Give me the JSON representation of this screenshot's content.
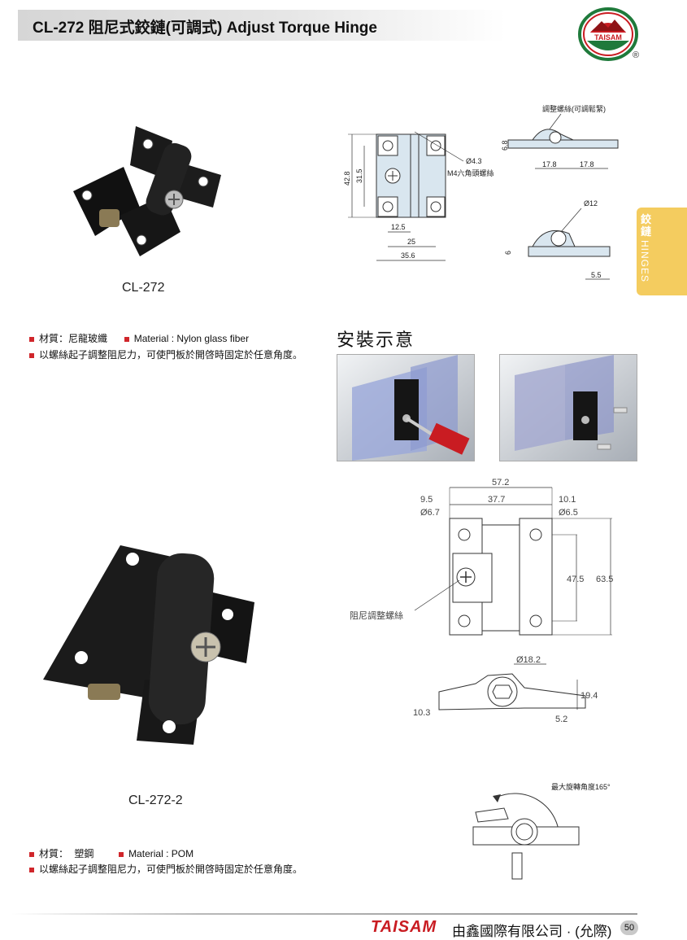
{
  "header": {
    "title": "CL-272 阻尼式鉸鏈(可調式) Adjust Torque Hinge",
    "logo_text": "TAISAM",
    "registered": "®"
  },
  "side_tab": {
    "label_zh": "鉸鏈",
    "label_en": "HINGES"
  },
  "product1": {
    "model": "CL-272",
    "material_zh": "材質：尼龍玻纖",
    "material_en": "Material : Nylon glass fiber",
    "description": "以螺絲起子調整阻尼力，可使門板於開啓時固定於任意角度。"
  },
  "drawing1": {
    "front_dims": [
      "42.8",
      "31.5",
      "12.5",
      "25",
      "35.6"
    ],
    "hole_label": "Ø4.3",
    "screw_label": "M4六角頭螺絲",
    "top_callout": "調整螺絲(可調鬆緊)",
    "top_dims": [
      "6.8",
      "17.8",
      "17.8"
    ],
    "side_dims": [
      "Ø12",
      "6",
      "5.5"
    ]
  },
  "installation": {
    "title": "安裝示意"
  },
  "product2": {
    "model": "CL-272-2",
    "material_label": "材質：",
    "material_value": "塑鋼",
    "material_en": "Material : POM",
    "description": "以螺絲起子調整阻尼力，可使門板於開啓時固定於任意角度。"
  },
  "drawing2": {
    "top_dims": [
      "57.2",
      "9.5",
      "37.7",
      "10.1"
    ],
    "hole_left": "Ø6.7",
    "hole_right": "Ø6.5",
    "height_dims": [
      "47.5",
      "63.5"
    ],
    "screw_label": "阻尼調整螺絲",
    "side_dims": [
      "Ø18.2",
      "19.4",
      "10.3",
      "5.2"
    ],
    "rotation_label": "最大旋轉角度165°"
  },
  "footer": {
    "brand": "TAISAM",
    "company": "由鑫國際有限公司 · (允際)",
    "page": "50"
  }
}
